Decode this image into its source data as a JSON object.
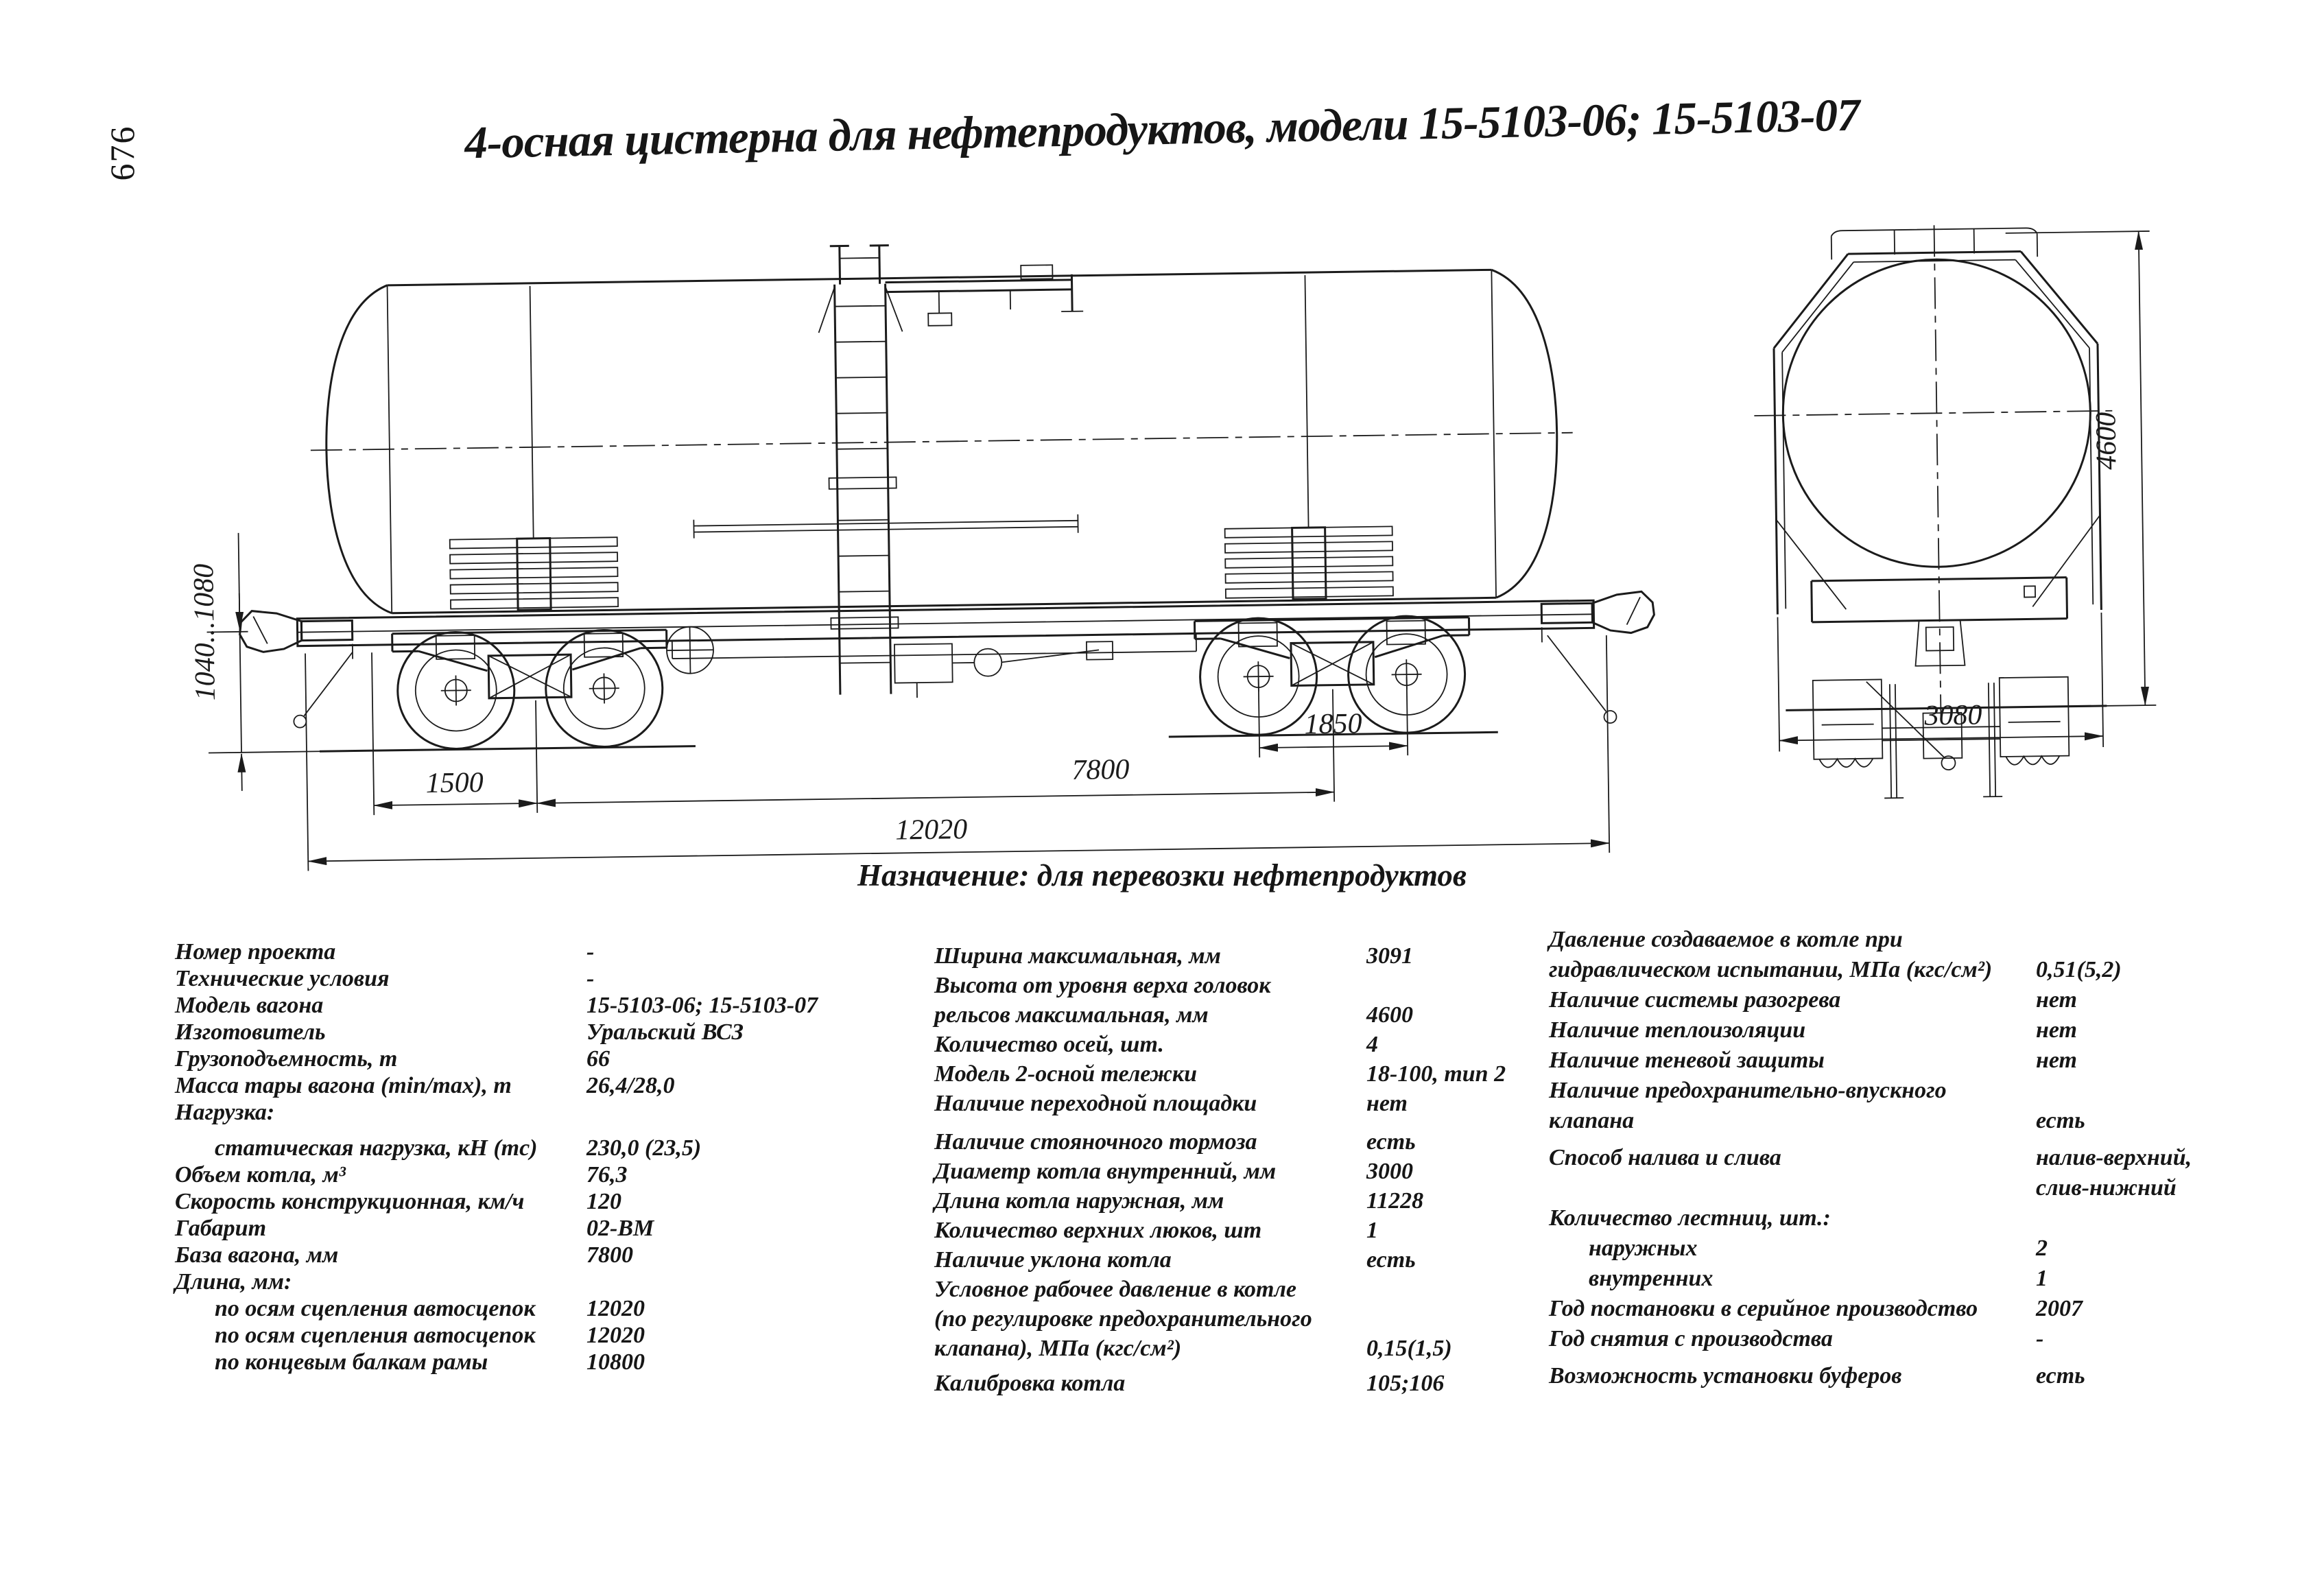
{
  "page_number": "676",
  "title": "4-осная цистерна для нефтепродуктов, модели 15-5103-06; 15-5103-07",
  "caption": "Назначение: для перевозки нефтепродуктов",
  "colors": {
    "ink": "#1b1b1b",
    "paper": "#ffffff"
  },
  "drawing": {
    "dims": {
      "coupler_axis_height": "1040...1080",
      "coupler_overhang": "1500",
      "wagon_base": "7800",
      "length_over_coupler_axes": "12020",
      "bogie_wheelbase": "1850",
      "max_height_above_rail": "4600",
      "end_view_width": "3080"
    }
  },
  "spec": {
    "columns": [
      {
        "rows": [
          {
            "label": "Номер проекта",
            "value": "-"
          },
          {
            "label": "Технические условия",
            "value": "-"
          },
          {
            "label": "Модель вагона",
            "value": "15-5103-06; 15-5103-07"
          },
          {
            "label": "Изготовитель",
            "value": "Уральский ВСЗ"
          },
          {
            "label": "Грузоподъемность, т",
            "value": "66"
          },
          {
            "label": "Масса тары вагона (min/max), т",
            "value": "26,4/28,0"
          },
          {
            "label": "Нагрузка:",
            "value": ""
          },
          {
            "label": "статическая нагрузка, кН (тс)",
            "value": "230,0 (23,5)",
            "indent": true
          },
          {
            "label": "Объем котла, м³",
            "value": "76,3"
          },
          {
            "label": "Скорость конструкционная, км/ч",
            "value": "120"
          },
          {
            "label": "Габарит",
            "value": "02-ВМ"
          },
          {
            "label": "База вагона, мм",
            "value": "7800"
          },
          {
            "label": "Длина, мм:",
            "value": ""
          },
          {
            "label": "по осям сцепления автосцепок",
            "value": "12020",
            "indent": true
          },
          {
            "label": "по осям сцепления автосцепок",
            "value": "12020",
            "indent": true
          },
          {
            "label": "по концевым балкам рамы",
            "value": "10800",
            "indent": true
          }
        ]
      },
      {
        "rows": [
          {
            "label": "Ширина максимальная, мм",
            "value": "3091"
          },
          {
            "label": "Высота от уровня верха головок",
            "value": ""
          },
          {
            "label": "рельсов максимальная, мм",
            "value": "4600"
          },
          {
            "label": "Количество осей, шт.",
            "value": "4"
          },
          {
            "label": "Модель 2-осной тележки",
            "value": "18-100, тип 2"
          },
          {
            "label": "Наличие переходной площадки",
            "value": "нет"
          },
          {
            "label": "Наличие стояночного тормоза",
            "value": "есть"
          },
          {
            "label": "Диаметр котла внутренний, мм",
            "value": "3000"
          },
          {
            "label": "Длина котла наружная, мм",
            "value": "11228"
          },
          {
            "label": "Количество верхних люков, шт",
            "value": "1"
          },
          {
            "label": "Наличие уклона котла",
            "value": "есть"
          },
          {
            "label": "Условное рабочее давление в котле",
            "value": ""
          },
          {
            "label": "(по регулировке предохранительного",
            "value": ""
          },
          {
            "label": "клапана), МПа (кгс/см²)",
            "value": "0,15(1,5)"
          },
          {
            "label": "Калибровка котла",
            "value": "105;106"
          }
        ]
      },
      {
        "rows": [
          {
            "label": "Давление создаваемое в котле при",
            "value": ""
          },
          {
            "label": "гидравлическом испытании, МПа (кгс/см²)",
            "value": "0,51(5,2)"
          },
          {
            "label": "Наличие системы разогрева",
            "value": "нет"
          },
          {
            "label": "Наличие теплоизоляции",
            "value": "нет"
          },
          {
            "label": "Наличие теневой защиты",
            "value": "нет"
          },
          {
            "label": "Наличие предохранительно-впускного",
            "value": ""
          },
          {
            "label": "клапана",
            "value": "есть"
          },
          {
            "label": "Способ налива и слива",
            "value": "налив-верхний,"
          },
          {
            "label": "",
            "value": "слив-нижний"
          },
          {
            "label": "Количество лестниц, шт.:",
            "value": ""
          },
          {
            "label": "наружных",
            "value": "2",
            "indent": true
          },
          {
            "label": "внутренних",
            "value": "1",
            "indent": true
          },
          {
            "label": "Год постановки в серийное производство",
            "value": "2007"
          },
          {
            "label": "Год снятия с производства",
            "value": "-"
          },
          {
            "label": "Возможность установки буферов",
            "value": "есть"
          }
        ]
      }
    ]
  }
}
